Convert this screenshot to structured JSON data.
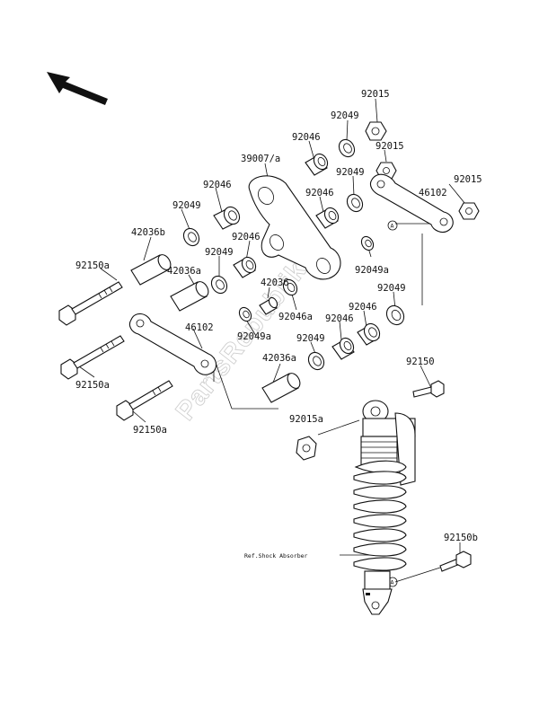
{
  "diagram": {
    "watermark": "PartsRepublik",
    "ref_note": "Ref.Shock Absorber",
    "circle_marker": "A",
    "labels": {
      "l_92015_top": "92015",
      "l_92049_top": "92049",
      "l_92046_top": "92046",
      "l_92015_mid": "92015",
      "l_39007": "39007/a",
      "l_92049_r": "92049",
      "l_92015_r": "92015",
      "l_92046_l": "92046",
      "l_46102_r": "46102",
      "l_92046_c": "92046",
      "l_92049_l": "92049",
      "l_42036b": "42036b",
      "l_92046_c2": "92046",
      "l_92049_c": "92049",
      "l_92150a_1": "92150a",
      "l_42036a_1": "42036a",
      "l_42036": "42036",
      "l_92049a_r": "92049a",
      "l_92049_r2": "92049",
      "l_92046a": "92046a",
      "l_92046_r2": "92046",
      "l_46102_l": "46102",
      "l_92049a_l": "92049a",
      "l_92046_b": "92046",
      "l_92049_b": "92049",
      "l_42036a_2": "42036a",
      "l_92150a_2": "92150a",
      "l_92150": "92150",
      "l_92150a_3": "92150a",
      "l_92015a": "92015a",
      "l_92150b": "92150b"
    }
  }
}
